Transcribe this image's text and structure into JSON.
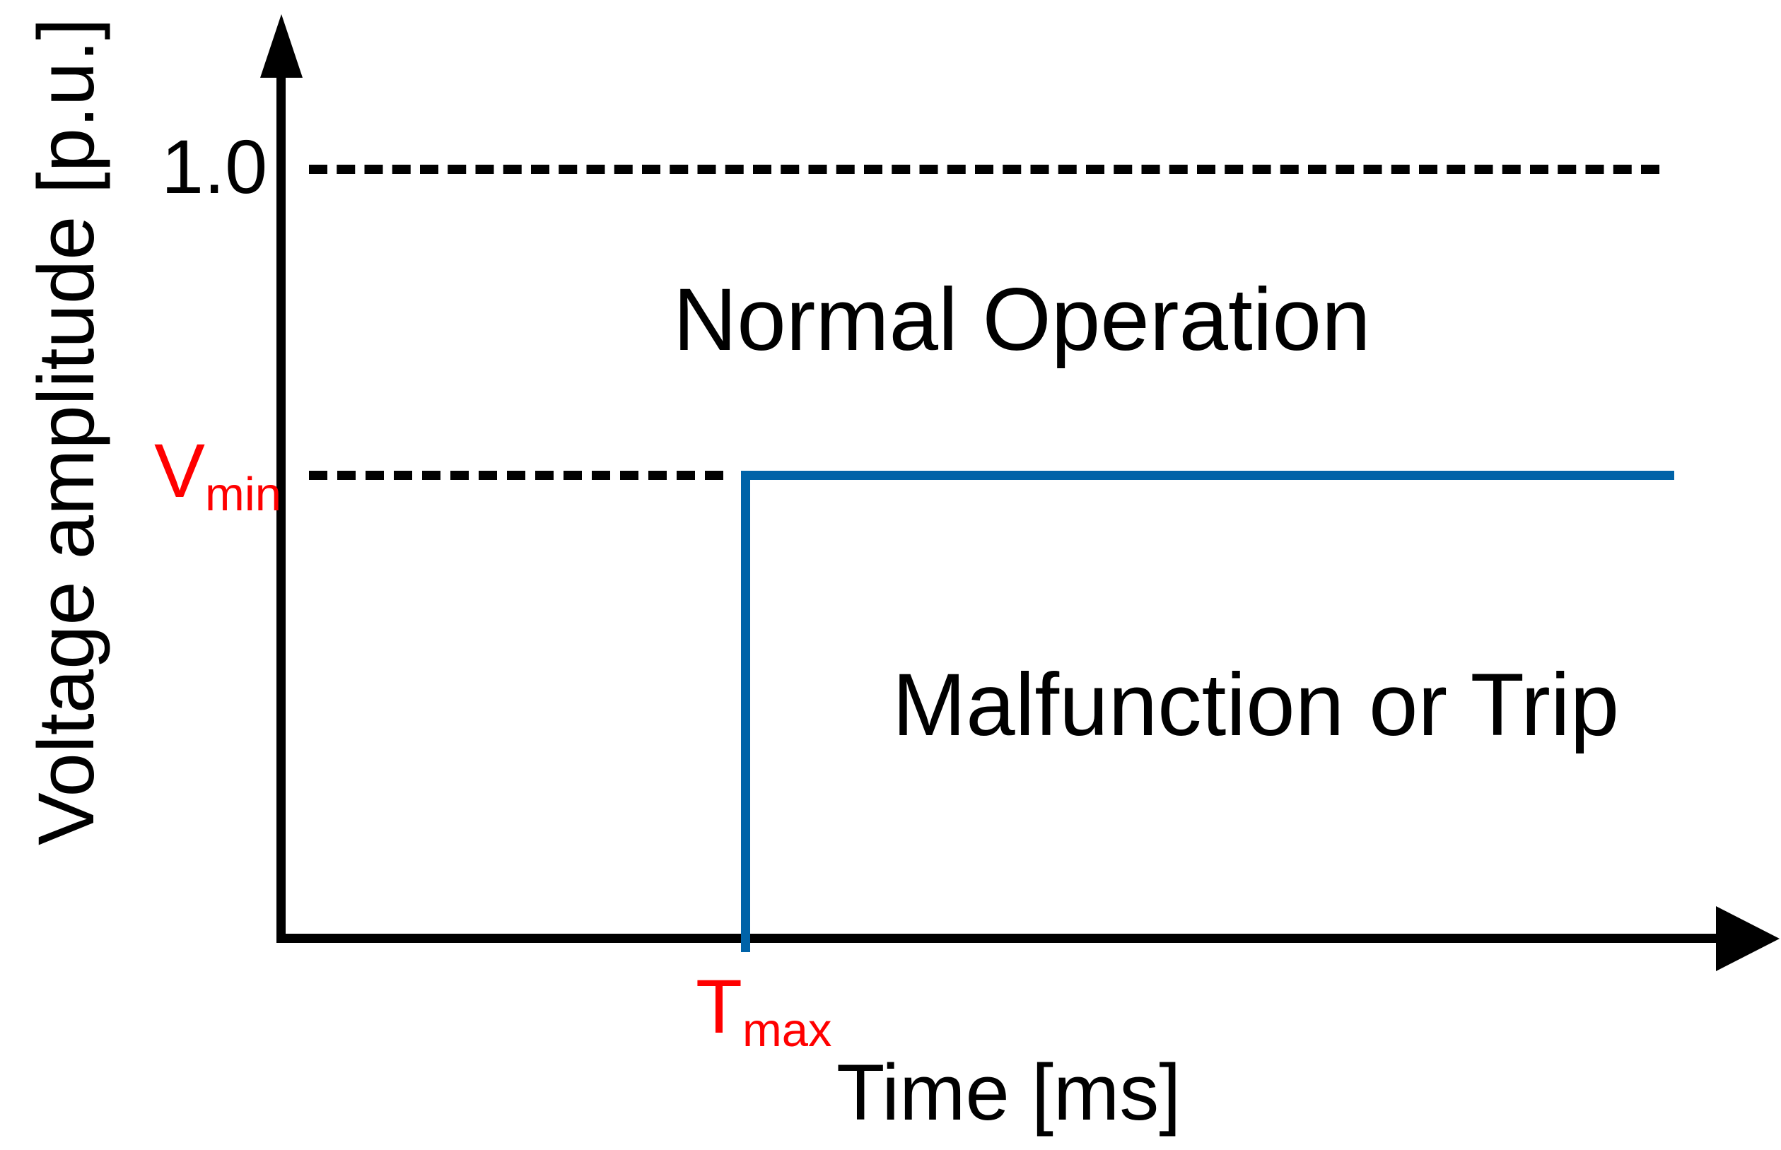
{
  "chart_data": {
    "type": "line",
    "title": "",
    "xlabel": "Time [ms]",
    "ylabel": "Voltage amplitude [p.u.]",
    "grid": false,
    "legend": "none",
    "x_tick_labels": [
      "T",
      "max"
    ],
    "y_tick_labels": [
      "1.0",
      "V",
      "min"
    ],
    "reference_lines": [
      {
        "name": "nominal",
        "label": "1.0",
        "y_value": 1.0,
        "style": "dashed",
        "color": "#000000"
      },
      {
        "name": "vmin",
        "label": "Vmin",
        "y_value": 0.62,
        "style": "dashed",
        "color": "#000000"
      }
    ],
    "series": [
      {
        "name": "operating-boundary",
        "color": "#0063a8",
        "style": "solid",
        "step": true,
        "points": [
          {
            "x": "Tmax",
            "y": 0
          },
          {
            "x": "Tmax",
            "y": "Vmin"
          },
          {
            "x": "end",
            "y": "Vmin"
          }
        ]
      }
    ],
    "annotations": [
      {
        "name": "normal-operation",
        "text": "Normal Operation",
        "region": "above-vmin-left"
      },
      {
        "name": "malfunction-or-trip",
        "text": "Malfunction or Trip",
        "region": "below-vmin-right"
      }
    ]
  },
  "axes": {
    "y": {
      "title": "Voltage amplitude [p.u.]",
      "tick_nominal": "1.0",
      "tick_vmin_base": "V",
      "tick_vmin_sub": "min"
    },
    "x": {
      "title": "Time [ms]",
      "tick_tmax_base": "T",
      "tick_tmax_sub": "max"
    }
  },
  "regions": {
    "normal": "Normal Operation",
    "malfunction": "Malfunction or Trip"
  },
  "colors": {
    "curve": "#0063a8",
    "threshold_text": "#ff0000",
    "axis": "#000000",
    "background": "#ffffff"
  }
}
